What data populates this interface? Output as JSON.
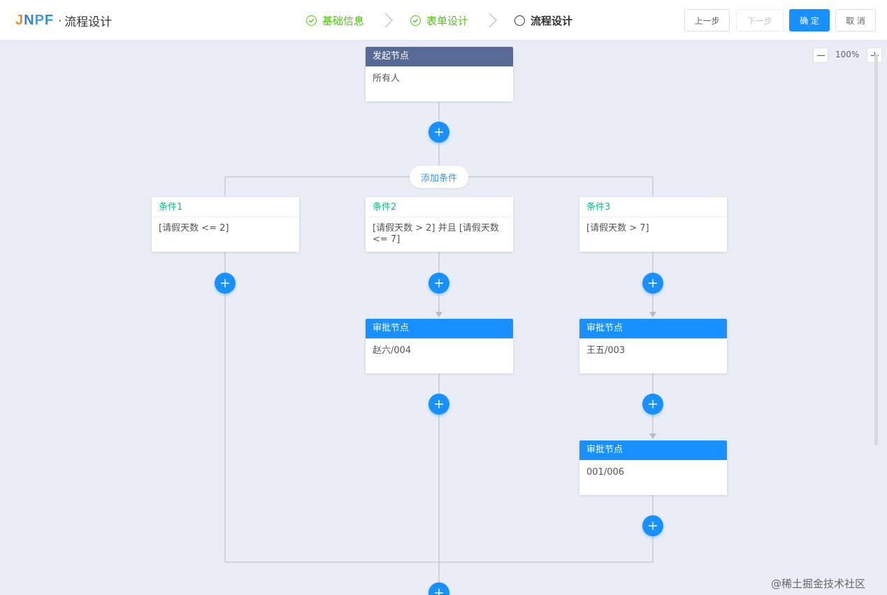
{
  "header": {
    "logo_text": {
      "j": "J",
      "n": "N",
      "p": "P",
      "f": "F"
    },
    "logo_separator": "·",
    "title": "流程设计",
    "steps": [
      {
        "label": "基础信息",
        "status": "done"
      },
      {
        "label": "表单设计",
        "status": "done"
      },
      {
        "label": "流程设计",
        "status": "active"
      }
    ],
    "buttons": {
      "prev": "上一步",
      "next": "下一步",
      "confirm": "确 定",
      "cancel": "取 消"
    }
  },
  "canvas": {
    "zoom_level": "100%",
    "add_condition_label": "添加条件",
    "start_node": {
      "title": "发起节点",
      "content": "所有人"
    },
    "conditions": [
      {
        "title": "条件1",
        "content": "[请假天数 <= 2]"
      },
      {
        "title": "条件2",
        "content": "[请假天数 > 2] 并且 [请假天数 <= 7]"
      },
      {
        "title": "条件3",
        "content": "[请假天数 > 7]"
      }
    ],
    "approvals": [
      {
        "title": "审批节点",
        "content": "赵六/004"
      },
      {
        "title": "审批节点",
        "content": "王五/003"
      },
      {
        "title": "审批节点",
        "content": "001/006"
      }
    ]
  },
  "watermark": "@稀土掘金技术社区",
  "colors": {
    "primary": "#1890ff",
    "start_header": "#576a95",
    "condition_title": "#15bc83",
    "step_done": "#52c41a",
    "canvas_bg": "#eaedf5"
  }
}
